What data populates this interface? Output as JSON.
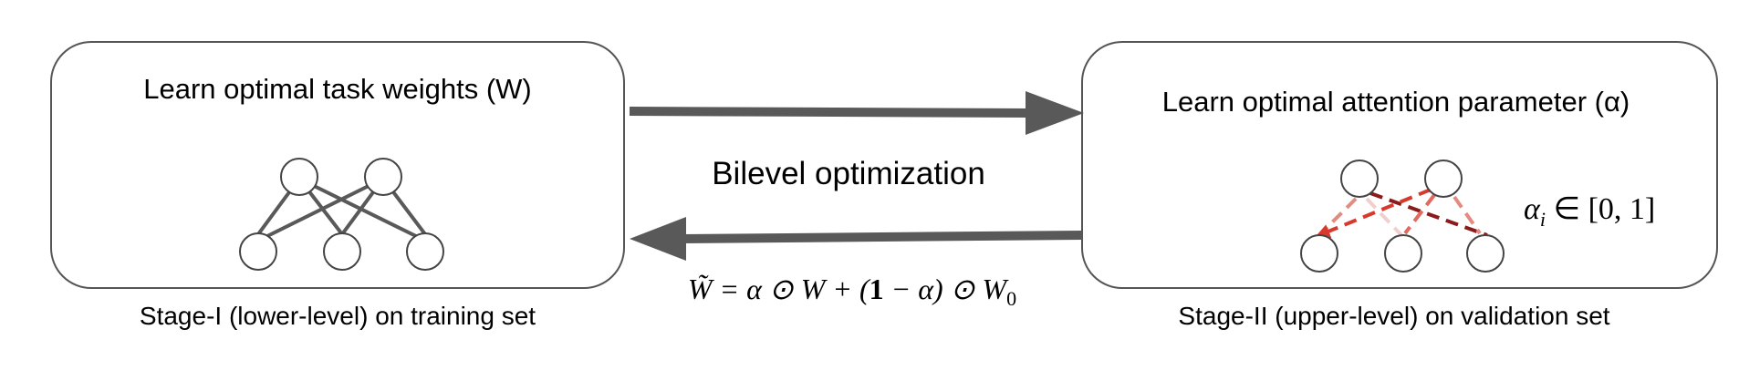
{
  "stage1": {
    "title": "Learn optimal task weights (W)",
    "caption": "Stage-I (lower-level) on training set"
  },
  "stage2": {
    "title": "Learn optimal attention parameter (α)",
    "caption": "Stage-II (upper-level) on validation set",
    "alpha_label": {
      "alpha": "α",
      "subscript": "i",
      "rest": " ∈ [0, 1]"
    }
  },
  "center": {
    "label": "Bilevel optimization",
    "formula": {
      "w_tilde": "W̃",
      "eq": " = α ⊙ W + (",
      "bold_one": "1",
      "rest": " − α) ⊙ W",
      "sub": "0"
    }
  },
  "edge_colors": {
    "solid": "#595959",
    "dark_red": "#8b1a1a",
    "red": "#d63a2f",
    "salmon": "#e58a80",
    "pale_pink": "#f2cfcf"
  }
}
